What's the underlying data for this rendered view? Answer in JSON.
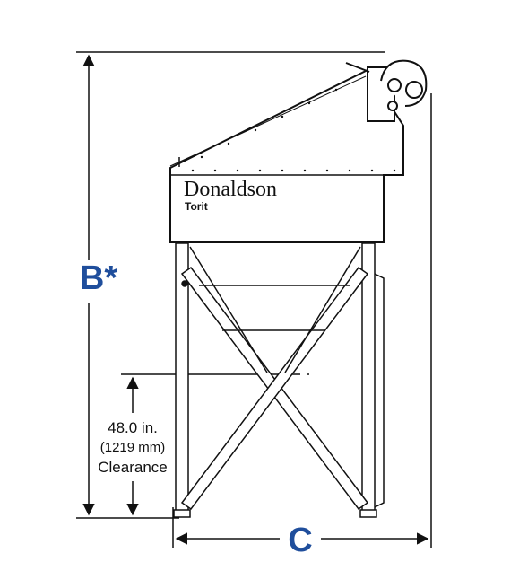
{
  "brand": {
    "name": "Donaldson",
    "sub": "Torit"
  },
  "dimensions": {
    "height_label": "B*",
    "width_label": "C"
  },
  "clearance": {
    "value": "48.0 in.",
    "metric": "(1219 mm)",
    "label": "Clearance"
  },
  "colors": {
    "accent": "#1f4e9c",
    "line": "#111111"
  }
}
